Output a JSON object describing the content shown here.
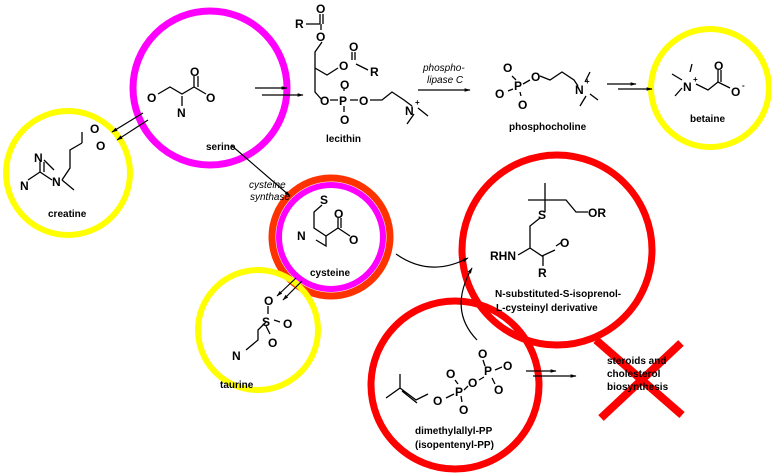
{
  "colors": {
    "magenta": "#ff00ff",
    "yellow": "#ffff00",
    "red": "#ff0000",
    "orange": "#ff3300"
  },
  "molecules": {
    "serine": {
      "name": "serine",
      "atoms": [
        "O",
        "N",
        "O",
        "O"
      ]
    },
    "creatine": {
      "name": "creatine",
      "atoms": [
        "N",
        "N",
        "N",
        "O",
        "O"
      ]
    },
    "lecithin": {
      "name": "lecithin",
      "atoms": [
        "R",
        "O",
        "O",
        "O",
        "O",
        "R",
        "O",
        "P",
        "O",
        "O",
        "O",
        "N",
        "+"
      ]
    },
    "phosphocholine": {
      "name": "phosphocholine",
      "atoms": [
        "O",
        "P",
        "O",
        "O",
        "O",
        "N",
        "+"
      ]
    },
    "betaine": {
      "name": "betaine",
      "atoms": [
        "N",
        "+",
        "O",
        "O",
        "-"
      ]
    },
    "cysteine": {
      "name": "cysteine",
      "atoms": [
        "S",
        "N",
        "O",
        "O"
      ]
    },
    "taurine": {
      "name": "taurine",
      "atoms": [
        "S",
        "O",
        "O",
        "O",
        "N"
      ]
    },
    "isoprenol_cysteinyl": {
      "name_line1": "N-substituted-S-isoprenol-",
      "name_line2": "L-cysteinyl derivative",
      "atoms": [
        "S",
        "OR",
        "RHN",
        "O",
        "R"
      ]
    },
    "dmapp": {
      "name_line1": "dimethylallyl-PP",
      "name_line2": "(isopentenyl-PP)",
      "atoms": [
        "O",
        "P",
        "O",
        "O",
        "P",
        "O",
        "O",
        "O",
        "O"
      ]
    }
  },
  "enzymes": {
    "cysteine_synthase": [
      "cysteine",
      "synthase"
    ],
    "phospholipase_c": [
      "phospho-",
      "lipase C"
    ]
  },
  "blocked": {
    "line1": "steroids and",
    "line2": "cholesterol",
    "line3": "biosynthesis"
  }
}
